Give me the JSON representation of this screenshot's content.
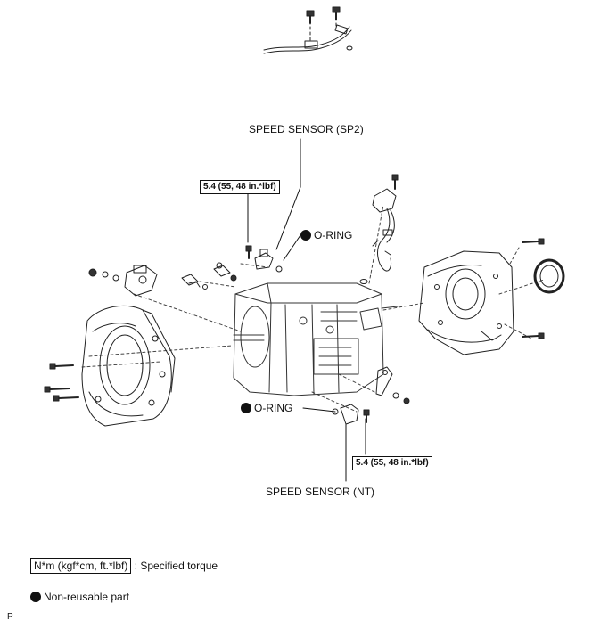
{
  "labels": {
    "speed_sensor_sp2": "SPEED SENSOR (SP2)",
    "speed_sensor_nt": "SPEED SENSOR (NT)",
    "o_ring_top": "O-RING",
    "o_ring_bottom": "O-RING",
    "torque_top": "5.4 (55, 48 in.*lbf)",
    "torque_bottom": "5.4 (55, 48 in.*lbf)"
  },
  "legend": {
    "torque_unit": "N*m (kgf*cm, ft.*lbf)",
    "torque_desc": ": Specified torque",
    "non_reusable": "Non-reusable part"
  },
  "footer": {
    "code": "P"
  }
}
